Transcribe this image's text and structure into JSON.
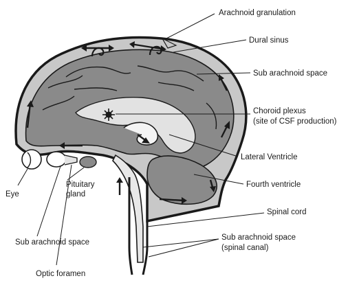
{
  "labels": {
    "arachnoid_granulation": "Arachnoid granulation",
    "dural_sinus": "Dural sinus",
    "sub_arachnoid_space": "Sub arachnoid space",
    "choroid_plexus_line1": "Choroid plexus",
    "choroid_plexus_line2": "(site of CSF production)",
    "lateral_ventricle": "Lateral Ventricle",
    "fourth_ventricle": "Fourth ventricle",
    "spinal_cord": "Spinal cord",
    "sub_arachnoid_spinal_line1": "Sub arachnoid space",
    "sub_arachnoid_spinal_line2": "(spinal canal)",
    "eye": "Eye",
    "pituitary_line1": "Pituitary",
    "pituitary_line2": "gland",
    "sub_arachnoid_left": "Sub arachnoid space",
    "optic_foramen": "Optic foramen"
  },
  "colors": {
    "brain_fill": "#8a8a8a",
    "csf_fill": "#c8c8c8",
    "ventricle_fill": "#e2e2e2",
    "outline": "#1a1a1a"
  }
}
